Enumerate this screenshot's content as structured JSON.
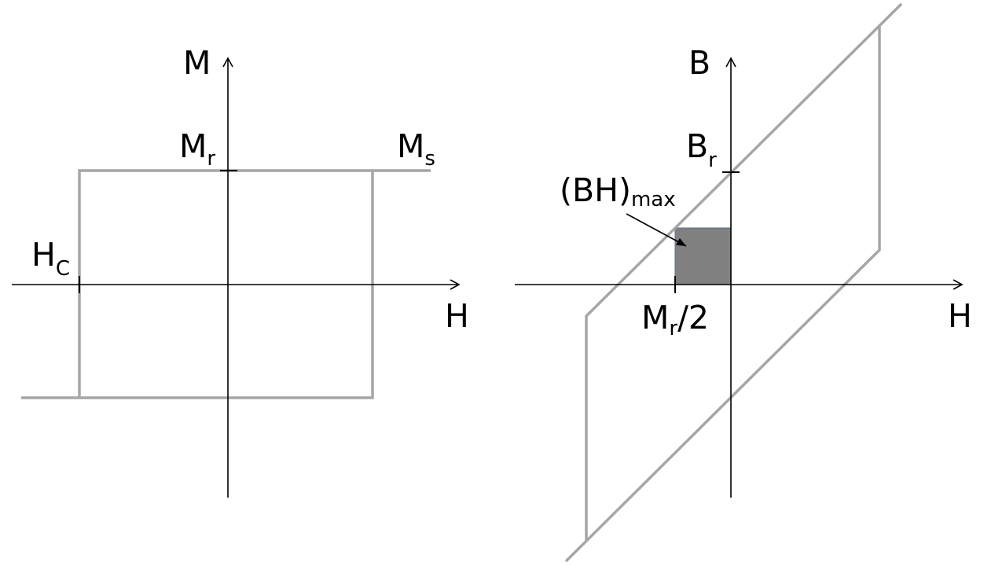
{
  "left_diagram": {
    "y_axis_label": "M",
    "x_axis_label": "H",
    "remanence_label": {
      "main": "M",
      "sub": "r"
    },
    "saturation_label": {
      "main": "M",
      "sub": "s"
    },
    "coercivity_label": {
      "main": "H",
      "sub": "C"
    }
  },
  "right_diagram": {
    "y_axis_label": "B",
    "x_axis_label": "H",
    "remanence_label": {
      "main": "B",
      "sub": "r"
    },
    "energy_product_label": {
      "main": "(BH)",
      "sub": "max"
    },
    "half_remanence_label": {
      "main": "M",
      "sub": "r",
      "suffix": "/2"
    }
  },
  "colors": {
    "axis": "#000000",
    "loop": "#a6a6a6",
    "energy_square_fill": "#808080",
    "energy_square_border": "#5a6b8c"
  }
}
